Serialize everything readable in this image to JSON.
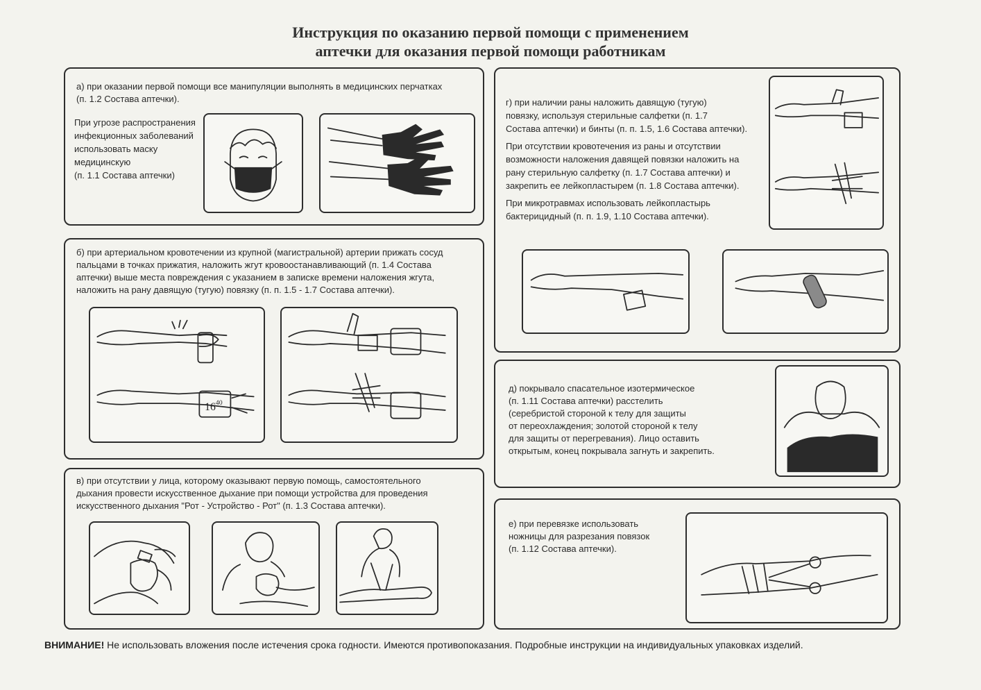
{
  "title": {
    "line1": "Инструкция по оказанию первой помощи с применением",
    "line2": "аптечки для оказания первой помощи работникам"
  },
  "sections": {
    "a": {
      "line1": "а) при оказании первой помощи все манипуляции выполнять в медицинских перчатках",
      "line2": "(п. 1.2  Состава аптечки).",
      "mask_note": [
        "При угрозе распространения",
        "инфекционных заболеваний",
        "использовать маску",
        "медицинскую",
        "(п. 1.1 Состава аптечки)"
      ]
    },
    "b": {
      "lines": [
        "б) при артериальном кровотечении из крупной (магистральной) артерии прижать сосуд",
        "пальцами в точках прижатия, наложить жгут кровоостанавливающий (п. 1.4 Состава",
        "аптечки) выше места повреждения с указанием в записке  времени наложения жгута,",
        "наложить на рану давящую (тугую) повязку (п. п. 1.5 - 1.7 Состава аптечки)."
      ],
      "tag_hour": "16",
      "tag_min": "40"
    },
    "v": {
      "lines": [
        "в) при отсутствии у лица, которому оказывают первую помощь, самостоятельного",
        "дыхания провести искусственное дыхание при помощи устройства для проведения",
        "искусственного дыхания \"Рот - Устройство - Рот\" (п. 1.3 Состава аптечки)."
      ]
    },
    "g": {
      "p1": [
        "г) при наличии раны наложить давящую (тугую)",
        "повязку, используя стерильные салфетки (п. 1.7",
        "Состава аптечки) и бинты (п. п. 1.5, 1.6 Состава аптечки)."
      ],
      "p2": [
        "При отсутствии кровотечения из раны и отсутствии",
        "возможности наложения давящей повязки наложить на",
        "рану стерильную салфетку (п. 1.7 Состава аптечки) и",
        "закрепить ее лейкопластырем (п. 1.8 Состава аптечки)."
      ],
      "p3": [
        "При микротравмах использовать лейкопластырь",
        "бактерицидный (п. п. 1.9, 1.10 Состава аптечки)."
      ]
    },
    "d": {
      "lines": [
        "д) покрывало спасательное изотермическое",
        "(п. 1.11 Состава аптечки) расстелить",
        "(серебристой стороной к телу для защиты",
        "от переохлаждения; золотой стороной к телу",
        "для защиты от перегревания). Лицо оставить",
        "открытым, конец покрывала загнуть и закрепить."
      ]
    },
    "e": {
      "lines": [
        "е) при перевязке использовать",
        "ножницы для разрезания повязок",
        "(п. 1.12 Состава аптечки)."
      ]
    }
  },
  "warning": {
    "label": "ВНИМАНИЕ!",
    "text": " Не использовать вложения после истечения срока годности. Имеются противопоказания. Подробные инструкции на индивидуальных упаковках изделий."
  },
  "icons": [
    "face-mask-icon",
    "gloves-icon",
    "arm-bleeding-icon",
    "tourniquet-icon",
    "rescue-breathing-icon",
    "cpr-icon",
    "bandage-icon",
    "plaster-icon",
    "thermal-blanket-icon",
    "scissors-icon"
  ]
}
